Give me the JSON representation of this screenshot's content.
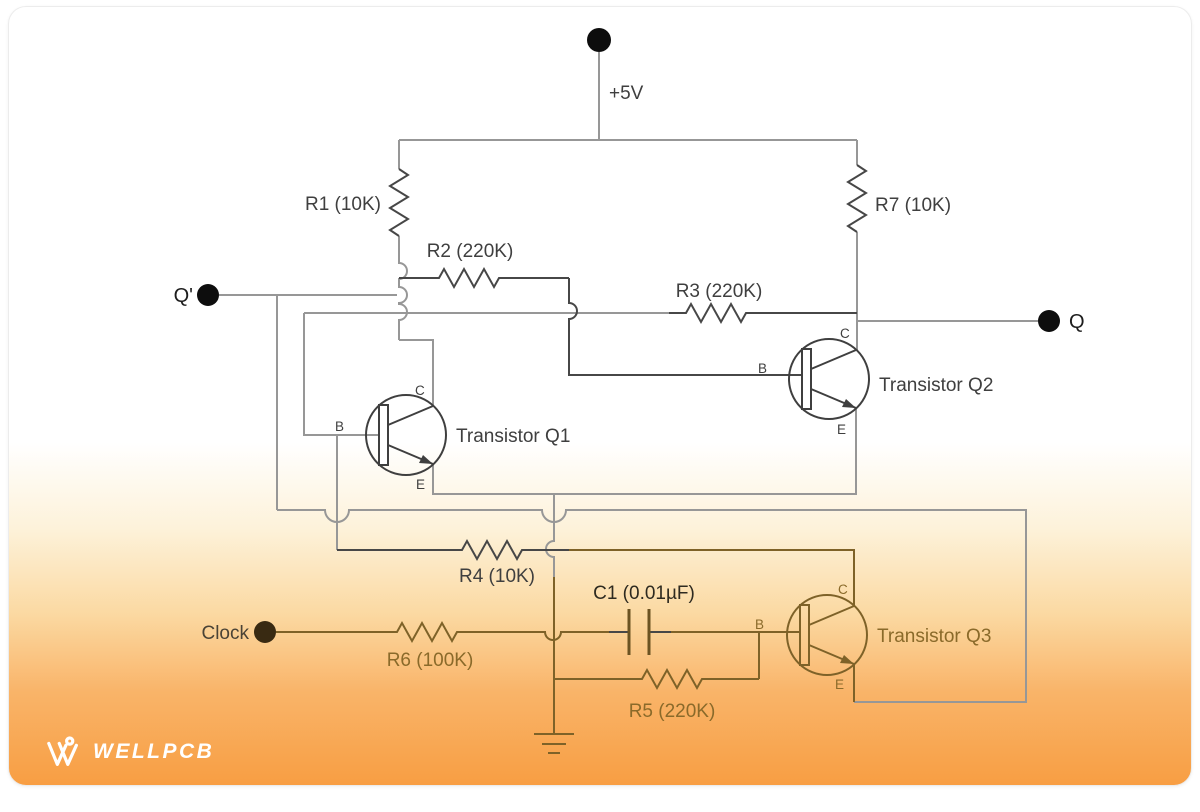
{
  "diagram": {
    "power_label": "+5V",
    "input_label": "Clock",
    "outputs": {
      "q_bar": "Q'",
      "q": "Q"
    },
    "components": {
      "r1": "R1 (10K)",
      "r2": "R2 (220K)",
      "r3": "R3 (220K)",
      "r4": "R4 (10K)",
      "r5": "R5 (220K)",
      "r6": "R6 (100K)",
      "r7": "R7 (10K)",
      "c1": "C1 (0.01µF)",
      "q1": "Transistor Q1",
      "q2": "Transistor Q2",
      "q3": "Transistor Q3"
    },
    "pin_labels": {
      "base": "B",
      "collector": "C",
      "emitter": "E"
    },
    "colors": {
      "wire_gray": "#979797",
      "wire_dark": "#474747",
      "wire_olive": "#7e6228",
      "label_dark": "#3f3f3f",
      "label_olive": "#8a6a2a",
      "clock_label": "#4a4336",
      "terminal_black": "#0d0d0d",
      "terminal_brown": "#392a12",
      "background_orange": "#f89e43"
    }
  },
  "footer": {
    "brand": "WELLPCB"
  }
}
